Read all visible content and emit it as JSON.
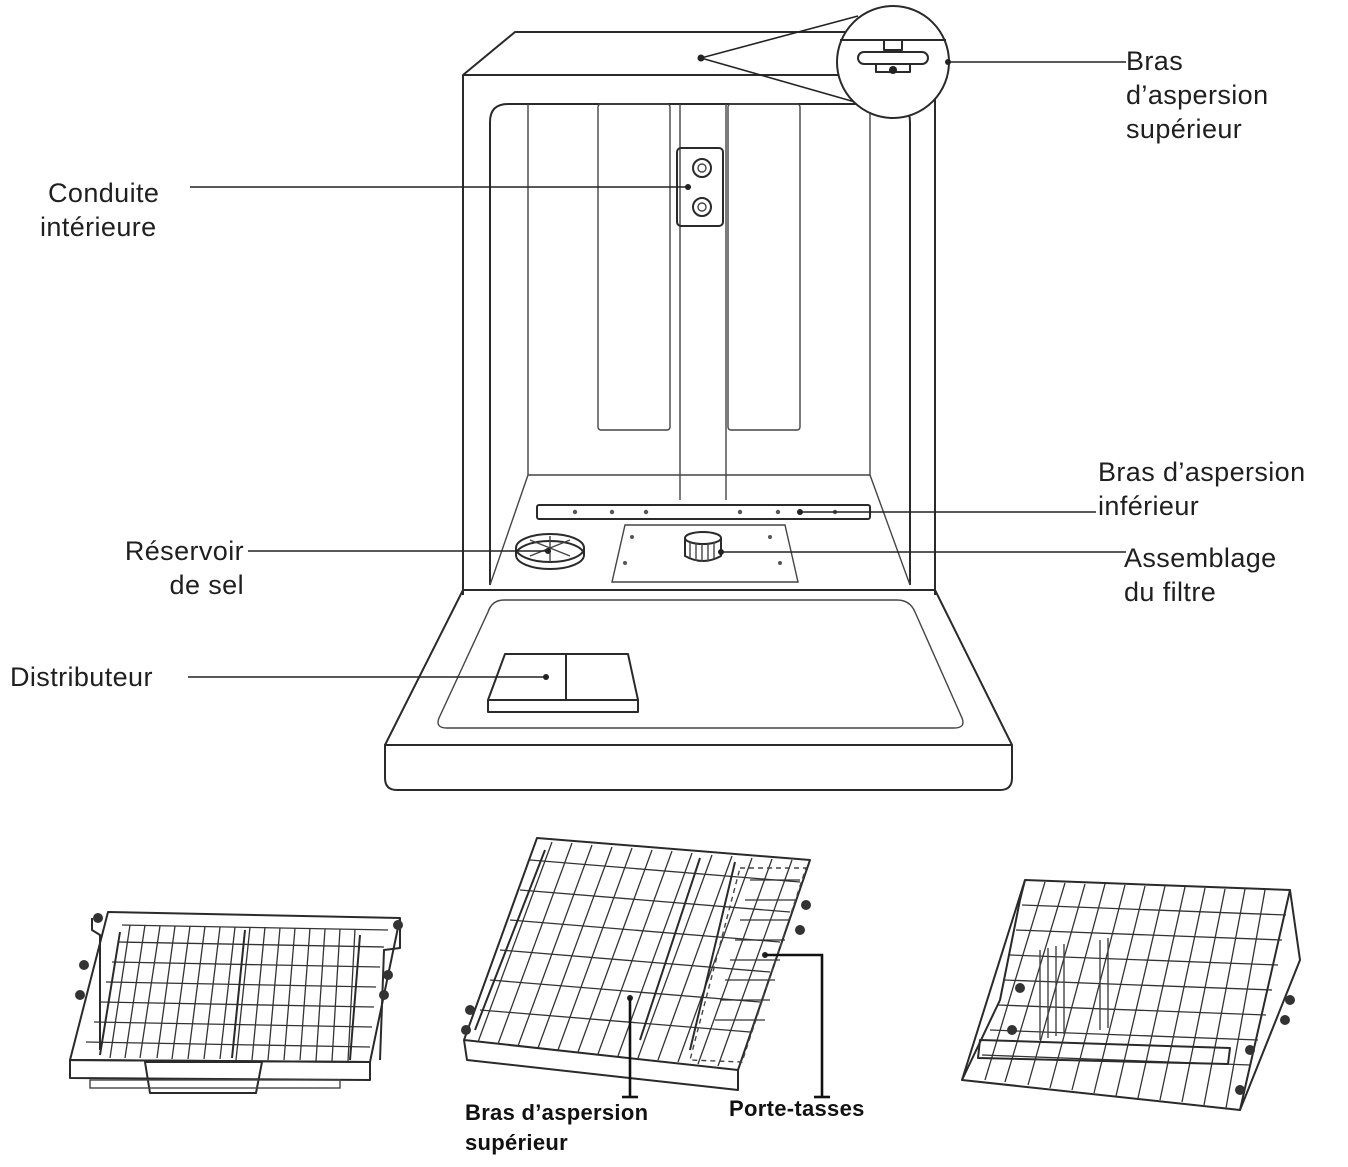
{
  "labels": {
    "upper_spray_arm": [
      "Bras",
      "d’aspersion",
      "supérieur"
    ],
    "inner_duct": [
      "Conduite",
      "intérieure"
    ],
    "lower_spray_arm": [
      "Bras d’aspersion",
      "inférieur"
    ],
    "salt_reservoir": [
      "Réservoir",
      "de sel"
    ],
    "filter_assembly": [
      "Assemblage",
      "du filtre"
    ],
    "dispenser": "Distributeur",
    "rack_upper_spray_arm": [
      "Bras d’aspersion",
      "supérieur"
    ],
    "cup_holder": "Porte-tasses"
  }
}
